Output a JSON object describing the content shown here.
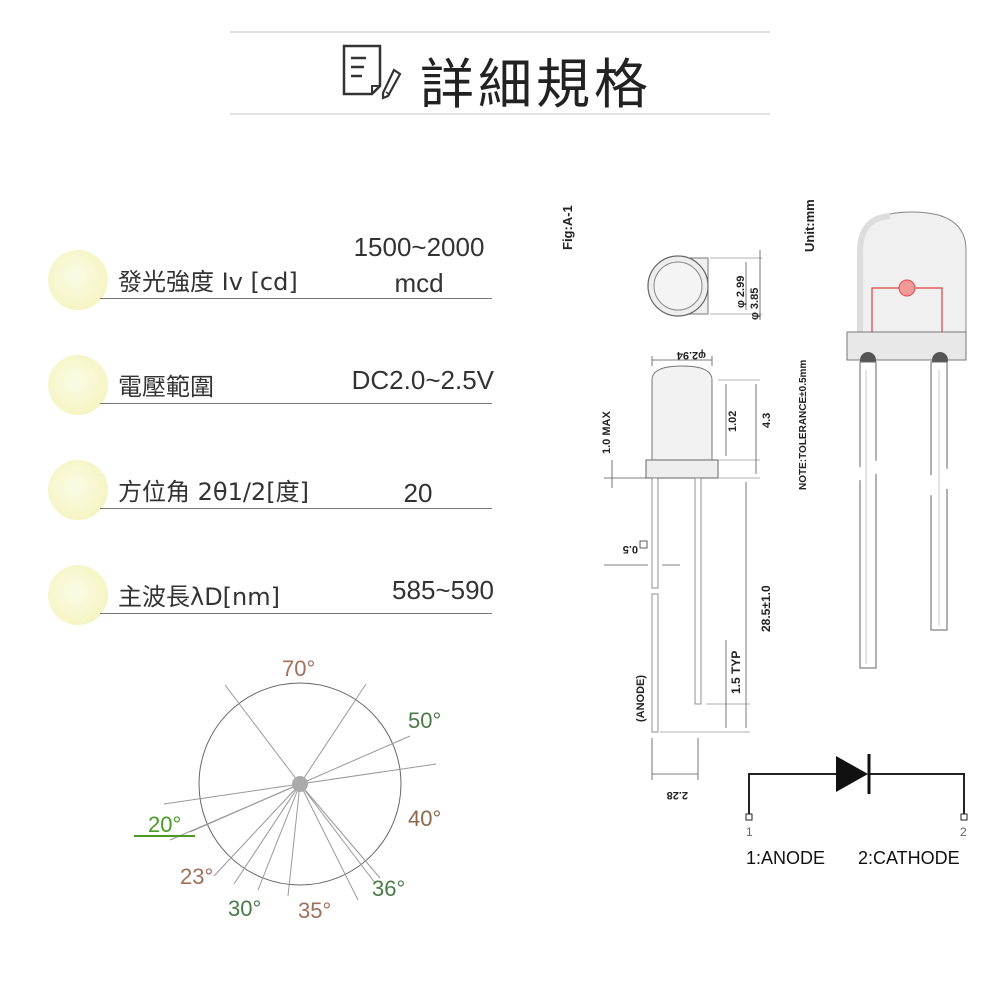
{
  "title": "詳細規格",
  "specs": [
    {
      "label": "發光強度 Iv [cd]",
      "value_line1": "1500~2000",
      "value_line2": "mcd"
    },
    {
      "label": "電壓範圍",
      "value_line1": "DC2.0~2.5V",
      "value_line2": ""
    },
    {
      "label": "方位角 2θ1/2[度]",
      "value_line1": "20",
      "value_line2": ""
    },
    {
      "label": "主波長λD[nm]",
      "value_line1": "585~590",
      "value_line2": ""
    }
  ],
  "angle_chart": {
    "labels": [
      {
        "text": "70°",
        "color": "#a0705a"
      },
      {
        "text": "50°",
        "color": "#4a7a4a"
      },
      {
        "text": "40°",
        "color": "#8a6a4a"
      },
      {
        "text": "36°",
        "color": "#4a7a4a"
      },
      {
        "text": "35°",
        "color": "#a0705a"
      },
      {
        "text": "30°",
        "color": "#4a7a4a"
      },
      {
        "text": "23°",
        "color": "#a0705a"
      },
      {
        "text": "20°",
        "color": "#4a9a2a"
      }
    ],
    "highlight_color": "#4a9a2a"
  },
  "drawing": {
    "fig_label": "Fig:A-1",
    "unit_label": "Unit:mm",
    "tolerance_note": "NOTE:TOLERANCE±0.5mm",
    "dim_phi_inner": "φ 2.99",
    "dim_phi_outer": "φ 3.85",
    "dim_top_width": "φ2.94",
    "dim_flange": "1.0 MAX",
    "dim_102": "1.02",
    "dim_43": "4.3",
    "dim_lead_sq": "0.5",
    "dim_length": "28.5±1.0",
    "dim_typ": "1.5 TYP",
    "dim_pitch": "2.28",
    "anode_mark": "(ANODE)"
  },
  "circuit": {
    "pin1_num": "1",
    "pin2_num": "2",
    "pin1_label": "1:ANODE",
    "pin2_label": "2:CATHODE"
  }
}
